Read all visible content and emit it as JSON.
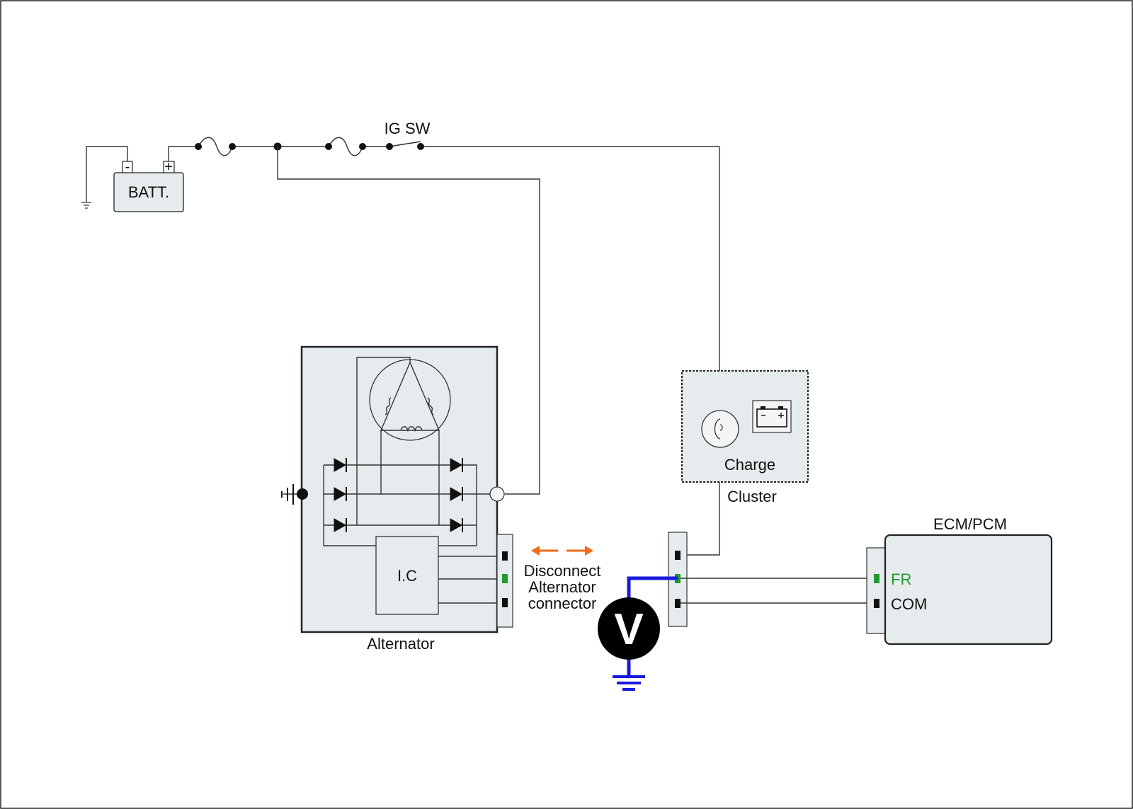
{
  "labels": {
    "ig_sw": "IG SW",
    "battery": "BATT.",
    "battery_neg": "-",
    "battery_pos": "+",
    "alternator": "Alternator",
    "ic": "I.C",
    "charge": "Charge",
    "cluster": "Cluster",
    "ecm": "ECM/PCM",
    "fr": "FR",
    "com": "COM",
    "voltmeter": "V",
    "instruction_line1": "Disconnect",
    "instruction_line2": "Alternator",
    "instruction_line3": "connector"
  },
  "colors": {
    "probe_wire": "#1a1adc",
    "signal_pin": "#1f9a2e",
    "arrow": "#f06a1a",
    "module_fill": "#e6ecee"
  }
}
